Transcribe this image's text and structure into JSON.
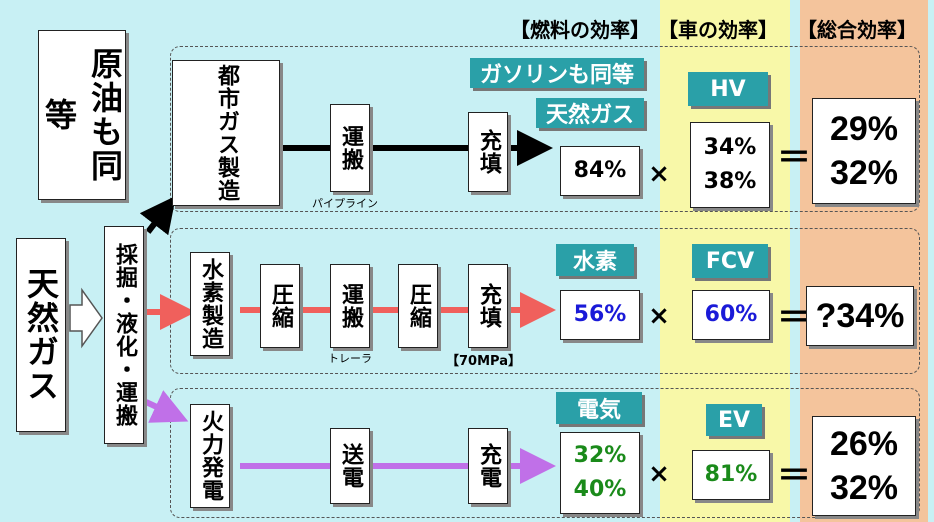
{
  "headers": {
    "fuel": "【燃料の効率】",
    "vehicle": "【車の効率】",
    "total": "【総合効率】"
  },
  "left": {
    "oil_note": "原油も同等",
    "source": "天然ガス",
    "process": "採掘・液化・運搬"
  },
  "row1": {
    "steps": [
      "都市ガス製造",
      "運搬",
      "充填"
    ],
    "transport_note": "パイプライン",
    "tag_alt": "ガソリンも同等",
    "tag_fuel": "天然ガス",
    "fuel_eff": [
      "84%"
    ],
    "vehicle_tag": "HV",
    "vehicle_eff": [
      "34%",
      "38%"
    ],
    "total_eff": [
      "29%",
      "32%"
    ]
  },
  "row2": {
    "steps": [
      "水素製造",
      "圧縮",
      "運搬",
      "圧縮",
      "充填"
    ],
    "transport_note": "トレーラ",
    "pressure_note": "【70MPa】",
    "tag_fuel": "水素",
    "fuel_eff": [
      "56%"
    ],
    "vehicle_tag": "FCV",
    "vehicle_eff": [
      "60%"
    ],
    "total_eff": [
      "?34%"
    ]
  },
  "row3": {
    "steps": [
      "火力発電",
      "送電",
      "充電"
    ],
    "tag_fuel": "電気",
    "fuel_eff": [
      "32%",
      "40%"
    ],
    "vehicle_tag": "EV",
    "vehicle_eff": [
      "81%"
    ],
    "total_eff": [
      "26%",
      "32%"
    ]
  },
  "ops": {
    "times": "×",
    "equals": "＝"
  },
  "colors": {
    "bg": "#c8f0f4",
    "yellow": "#f8f8a8",
    "orange": "#f4c49c",
    "teal": "#2aa0a8",
    "arrow_gas": "#000000",
    "arrow_h2": "#f0605c",
    "arrow_ev": "#c070e8",
    "h2_text": "#1a1ad8",
    "ev_text": "#1a8a1a"
  }
}
